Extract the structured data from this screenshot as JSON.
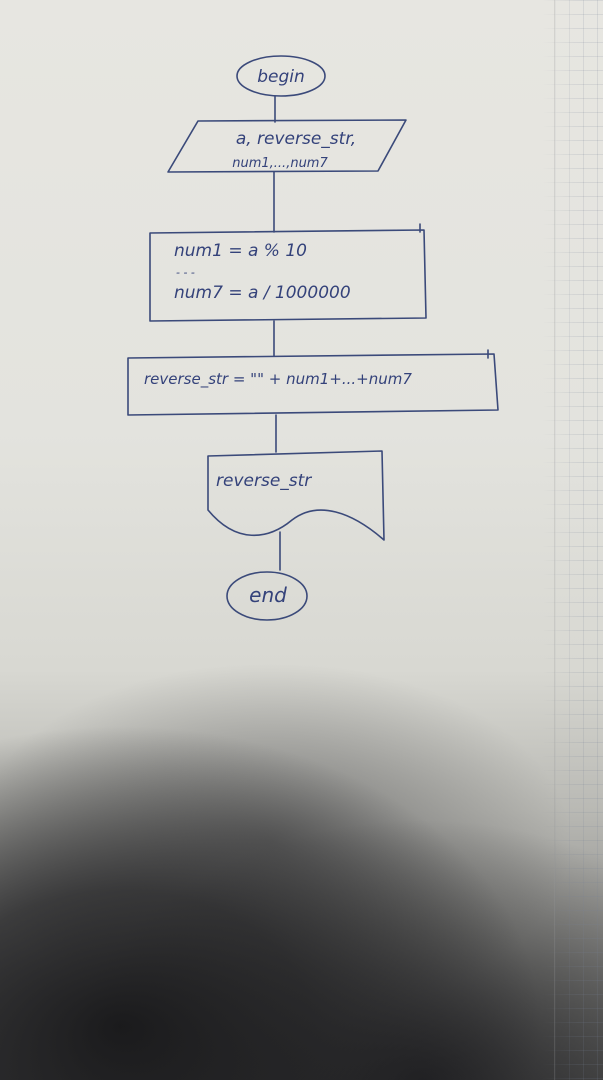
{
  "flowchart": {
    "start": "begin",
    "input": {
      "line1": "a, reverse_str,",
      "line2": "num1,...,num7"
    },
    "process1": {
      "line1": "num1 = a % 10",
      "line2": "- - -",
      "line3": "num7 = a / 1000000"
    },
    "process2": {
      "line1": "reverse_str = \"\" + num1+...+num7"
    },
    "output": {
      "line1": "reverse_str"
    },
    "end": "end"
  },
  "colors": {
    "ink": "#3b4a7a",
    "paper": "#e5e5e0"
  }
}
